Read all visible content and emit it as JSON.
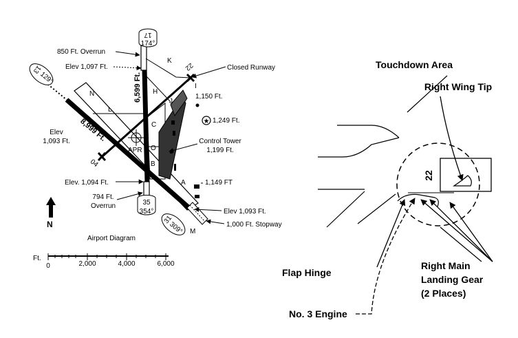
{
  "airport": {
    "runway_17_num": "17",
    "runway_17_heading": "174°",
    "runway_35_num": "35",
    "runway_35_heading": "354°",
    "runway_13_num": "13",
    "runway_13_heading": "129°",
    "runway_31_num": "31",
    "runway_31_heading": "309°",
    "runway_22_num": "22",
    "runway_04_num": "04",
    "length_17_35": "6,599 Ft.",
    "length_13_31": "8,999 Ft.",
    "overrun_north": "850 Ft. Overrun",
    "elev_north": "Elev 1,097 Ft.",
    "closed_runway": "Closed Runway",
    "obstacle_1150": "1,150 Ft.",
    "obstacle_1249": "1,249 Ft.",
    "elev_west_line1": "Elev",
    "elev_west_line2": "1,093 Ft.",
    "control_tower_line1": "Control Tower",
    "control_tower_line2": "1,199 Ft.",
    "apr": "APR",
    "elev_1094": "Elev. 1,094 Ft.",
    "obstacle_1149": "1,149 FT",
    "overrun_south_line1": "794 Ft.",
    "overrun_south_line2": "Overrun",
    "elev_1093_se": "Elev 1,093 Ft.",
    "stopway": "1,000 Ft. Stopway",
    "north": "N",
    "title": "Airport Diagram",
    "scale_unit": "Ft.",
    "scale_ticks": [
      "0",
      "2,000",
      "4,000",
      "6,000"
    ],
    "taxiways": [
      "K",
      "H",
      "I",
      "J",
      "N",
      "L",
      "C",
      "O",
      "B",
      "A",
      "M"
    ]
  },
  "touchdown": {
    "title": "Touchdown Area",
    "runway_num": "22",
    "right_wing_tip": "Right Wing Tip",
    "flap_hinge": "Flap Hinge",
    "engine": "No. 3 Engine",
    "gear_line1": "Right Main",
    "gear_line2": "Landing Gear",
    "gear_line3": "(2 Places)"
  }
}
